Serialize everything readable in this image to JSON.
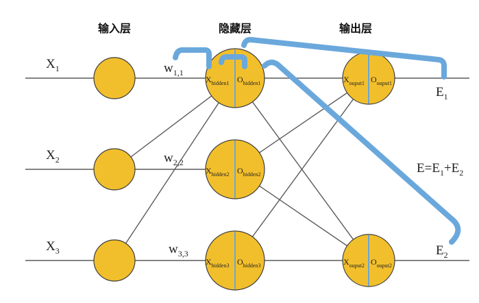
{
  "layers": {
    "input_title": "输入层",
    "hidden_title": "隐藏层",
    "output_title": "输出层"
  },
  "inputs": [
    {
      "var": "X",
      "sub": "1"
    },
    {
      "var": "X",
      "sub": "2"
    },
    {
      "var": "X",
      "sub": "3"
    }
  ],
  "weights": [
    {
      "var": "w",
      "sub": "1,1"
    },
    {
      "var": "w",
      "sub": "2,2"
    },
    {
      "var": "w",
      "sub": "3,3"
    }
  ],
  "hidden_nodes": [
    {
      "x_var": "X",
      "x_sub": "hidden1",
      "o_var": "O",
      "o_sub": "hidden1"
    },
    {
      "x_var": "X",
      "x_sub": "hidden2",
      "o_var": "O",
      "o_sub": "hidden2"
    },
    {
      "x_var": "X",
      "x_sub": "hidden3",
      "o_var": "O",
      "o_sub": "hidden3"
    }
  ],
  "output_nodes": [
    {
      "x_var": "X",
      "x_sub": "ouput1",
      "o_var": "O",
      "o_sub": "ouput1"
    },
    {
      "x_var": "X",
      "x_sub": "ouput2",
      "o_var": "O",
      "o_sub": "ouput2"
    }
  ],
  "errors": [
    {
      "var": "E",
      "sub": "1"
    },
    {
      "var": "E",
      "sub": "2"
    }
  ],
  "total_error": {
    "lhs": "E=E",
    "sub1": "1",
    "plus": "+E",
    "sub2": "2"
  },
  "colors": {
    "node_fill": "#f2bf2c",
    "node_divider": "#6aa6d4",
    "backprop_arrow": "#6aa8dc",
    "connection": "#5a5a5a"
  }
}
